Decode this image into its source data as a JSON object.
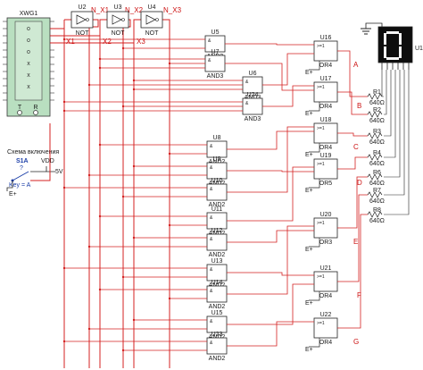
{
  "generator": {
    "label": "XWG1",
    "term_t": "T",
    "term_r": "R",
    "rows": [
      "o",
      "o",
      "o",
      "x",
      "x",
      "x"
    ]
  },
  "inverters": [
    {
      "id": "U2",
      "type": "NOT"
    },
    {
      "id": "U3",
      "type": "NOT"
    },
    {
      "id": "U4",
      "type": "NOT"
    }
  ],
  "nets": [
    "X1",
    "X2",
    "X3",
    "N_X1",
    "N_X2",
    "N_X3"
  ],
  "and_gates": [
    {
      "id": "U5",
      "type": "AND2"
    },
    {
      "id": "U7",
      "type": "AND3"
    },
    {
      "id": "U6",
      "type": "AND3"
    },
    {
      "id": "U24",
      "type": "AND3"
    },
    {
      "id": "U8",
      "type": "AND2"
    },
    {
      "id": "U9",
      "type": "AND2"
    },
    {
      "id": "U10",
      "type": "AND2"
    },
    {
      "id": "U11",
      "type": "AND2"
    },
    {
      "id": "U12",
      "type": "AND2"
    },
    {
      "id": "U13",
      "type": "AND2"
    },
    {
      "id": "U14",
      "type": "AND2"
    },
    {
      "id": "U15",
      "type": "AND2"
    },
    {
      "id": "U23",
      "type": "AND2"
    }
  ],
  "or_gates": [
    {
      "id": "U16",
      "type": "OR4",
      "out": "A"
    },
    {
      "id": "U17",
      "type": "OR4",
      "out": "B"
    },
    {
      "id": "U18",
      "type": "OR4",
      "out": "C"
    },
    {
      "id": "U19",
      "type": "OR5",
      "out": "D"
    },
    {
      "id": "U20",
      "type": "OR3",
      "out": "E"
    },
    {
      "id": "U21",
      "type": "OR4",
      "out": "F"
    },
    {
      "id": "U22",
      "type": "OR4",
      "out": "G"
    }
  ],
  "or_symbol": ">=1",
  "and_symbol": "&",
  "resistors": [
    {
      "id": "R1",
      "value": "640Ω"
    },
    {
      "id": "R2",
      "value": "640Ω"
    },
    {
      "id": "R3",
      "value": "640Ω"
    },
    {
      "id": "R4",
      "value": "640Ω"
    },
    {
      "id": "R6",
      "value": "640Ω"
    },
    {
      "id": "R7",
      "value": "640Ω"
    },
    {
      "id": "R8",
      "value": "640Ω"
    }
  ],
  "display": {
    "id": "U1",
    "digit": "0"
  },
  "supply": {
    "title": "Схема включения",
    "switch": "S1A",
    "vdd": "VDD",
    "voltage": "5V",
    "key": "Key = A",
    "ground": "E+"
  },
  "e_plus": "E+",
  "colors": {
    "wire": "#d42020",
    "component": "#222222",
    "generator_fill": "#b9dfc0",
    "switch": "#1c3fa8"
  }
}
